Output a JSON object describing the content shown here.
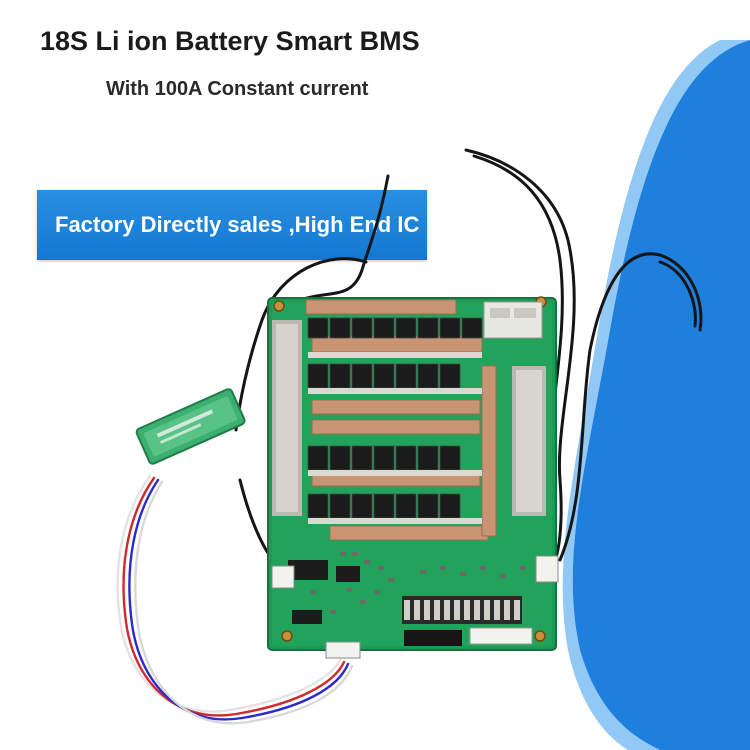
{
  "header": {
    "title": "18S Li ion Battery Smart BMS",
    "subtitle": "With 100A Constant current"
  },
  "banner": {
    "text": "Factory Directly sales ,High End IC"
  },
  "colors": {
    "brand_blue": "#1e7fdc",
    "pcb_green": "#1f9a55",
    "copper": "#c89474"
  }
}
